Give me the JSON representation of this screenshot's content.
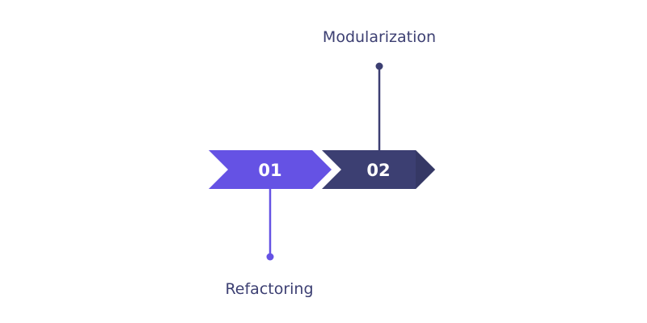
{
  "colors": {
    "step1_fill": "#6552e4",
    "step2_fill": "#3c3f72",
    "step2_tip": "#353865",
    "label_text": "#3c3f72",
    "number_text": "#ffffff"
  },
  "steps": [
    {
      "number": "01",
      "label": "Refactoring",
      "label_position": "below"
    },
    {
      "number": "02",
      "label": "Modularization",
      "label_position": "above"
    }
  ]
}
